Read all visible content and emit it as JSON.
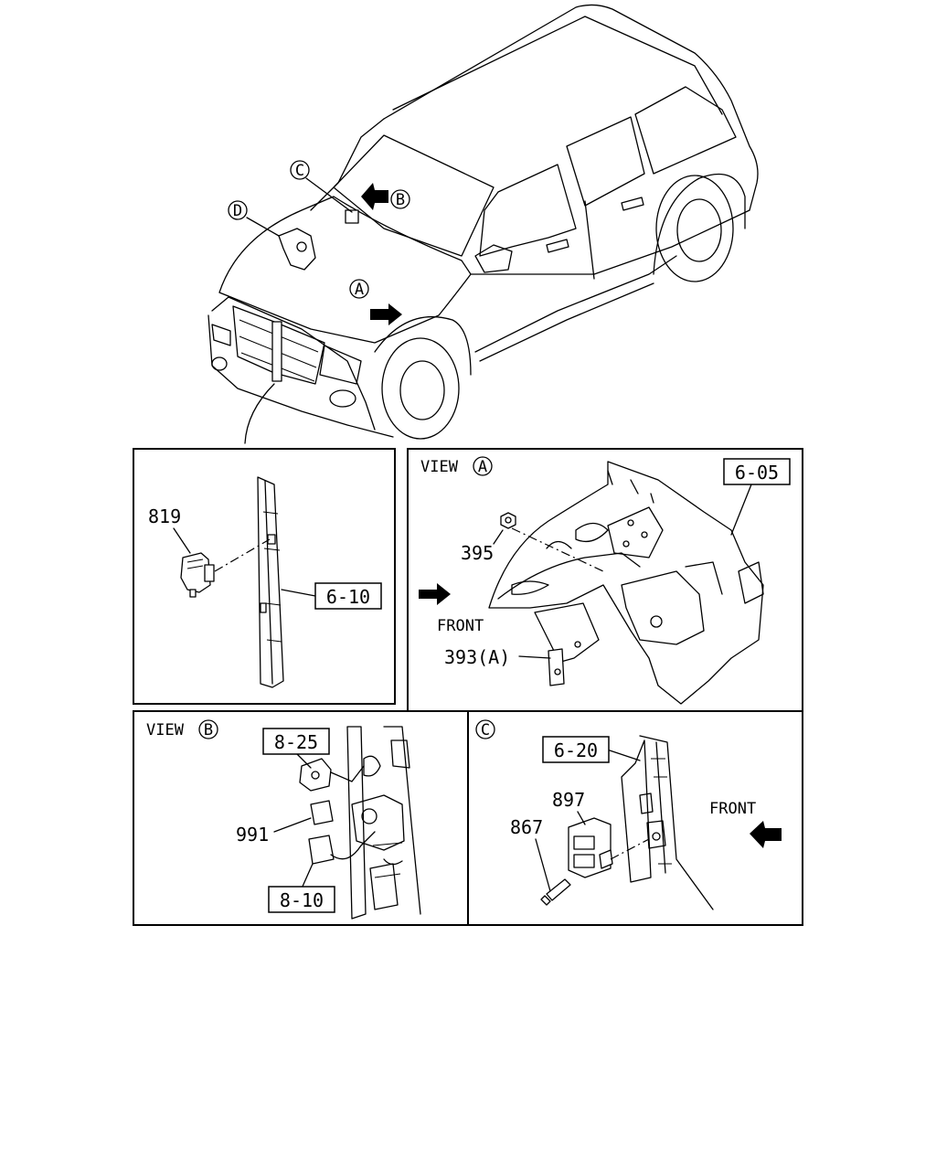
{
  "vehicle": {
    "markers": [
      "A",
      "B",
      "C",
      "D"
    ]
  },
  "panels": {
    "p1": {
      "parts": {
        "p819": "819"
      },
      "refs": {
        "r610": "6-10"
      }
    },
    "viewA": {
      "view_word": "VIEW",
      "view_letter": "A",
      "parts": {
        "p395": "395",
        "p393": "393(A)"
      },
      "refs": {
        "r605": "6-05"
      },
      "front": "FRONT"
    },
    "viewB": {
      "view_word": "VIEW",
      "view_letter": "B",
      "parts": {
        "p991": "991"
      },
      "refs": {
        "r825": "8-25",
        "r810": "8-10"
      }
    },
    "viewC": {
      "letter": "C",
      "parts": {
        "p897": "897",
        "p867": "867"
      },
      "refs": {
        "r620": "6-20"
      },
      "front": "FRONT"
    }
  }
}
